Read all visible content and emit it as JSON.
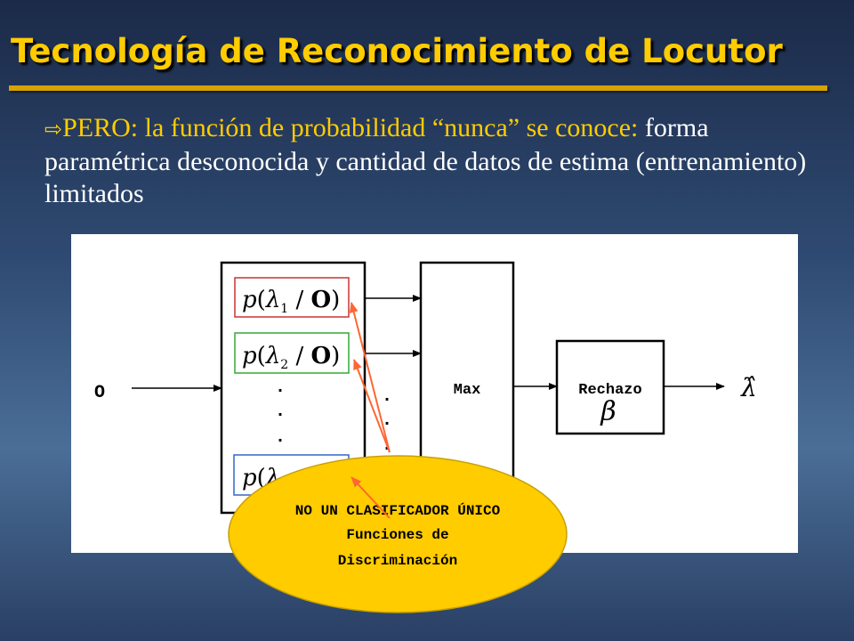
{
  "slide": {
    "title": "Tecnología de Reconocimiento de Locutor",
    "bullet": {
      "arrow": "⇨",
      "highlight": "PERO:  la función de probabilidad “nunca” se conoce:",
      "rest": " forma paramétrica desconocida y cantidad de datos de estima (entrenamiento) limitados"
    }
  },
  "diagram": {
    "input_label": "O",
    "probabilities": [
      {
        "subscript": "1",
        "border": "#cc3333"
      },
      {
        "subscript": "2",
        "border": "#33aa33"
      },
      {
        "subscript": "",
        "border": "#3366cc"
      }
    ],
    "prob_fn": "p",
    "lambda": "λ",
    "obs": "O",
    "dots": ".",
    "max_label": "Max",
    "reject_label": "Rechazo",
    "beta": "β",
    "output_label": "λ̂",
    "arrow_color": "#ff6633"
  },
  "callout": {
    "fill": "#ffcc00",
    "line1": "NO UN CLASIFICADOR ÚNICO",
    "line2": "Funciones de",
    "line3": "Discriminación"
  }
}
